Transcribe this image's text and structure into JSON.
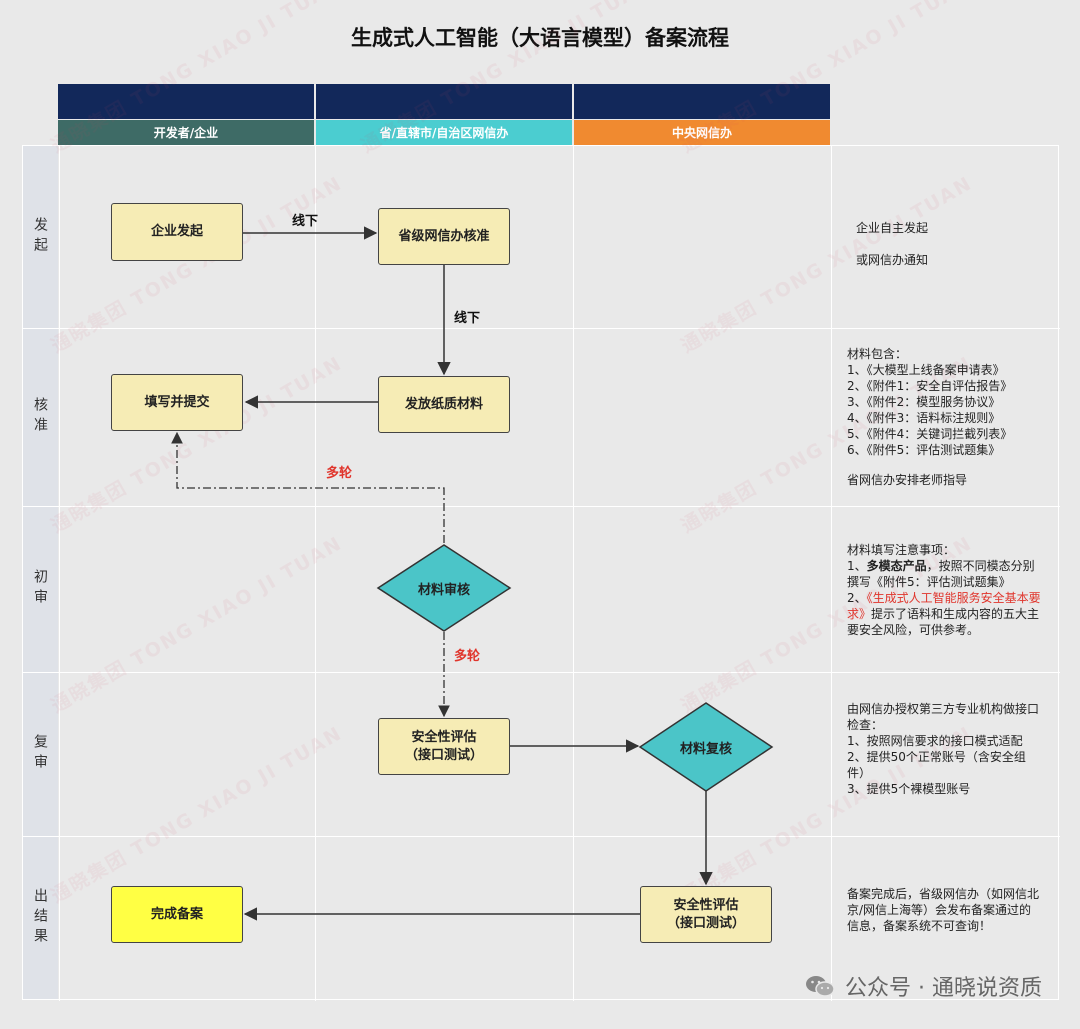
{
  "title": "生成式人工智能（大语言模型）备案流程",
  "lanes": [
    "开发者/企业",
    "省/直辖市/自治区网信办",
    "中央网信办"
  ],
  "lane_colors": [
    "#3e6b66",
    "#4bcdd0",
    "#f08a30"
  ],
  "header_color": "#12285a",
  "stages": [
    "发起",
    "核准",
    "初审",
    "复审",
    "出结果"
  ],
  "nodes": {
    "start": "企业发起",
    "provincial_approval": "省级网信办核准",
    "fill_submit": "填写并提交",
    "issue_materials": "发放纸质材料",
    "material_review": "材料审核",
    "security_eval_1": "安全性评估\n（接口测试）",
    "material_recheck": "材料复核",
    "security_eval_2": "安全性评估\n（接口测试）",
    "complete": "完成备案"
  },
  "edge_labels": {
    "offline_1": "线下",
    "offline_2": "线下",
    "multi_round_1": "多轮",
    "multi_round_2": "多轮"
  },
  "notes": {
    "initiate": [
      "企业自主发起",
      "或网信办通知"
    ],
    "approve": [
      "材料包含：",
      "1、《大模型上线备案申请表》",
      "2、《附件1：安全自评估报告》",
      "3、《附件2：模型服务协议》",
      "4、《附件3：语料标注规则》",
      "5、《附件4：关键词拦截列表》",
      "6、《附件5：评估测试题集》",
      "省网信办安排老师指导"
    ],
    "first_review": {
      "line1": "材料填写注意事项：",
      "line2_a": "1、",
      "line2_bold": "多模态产品",
      "line2_b": "，按照不同模态分别撰写《附件5：评估测试题集》",
      "line3_a": "2、",
      "line3_red": "《生成式人工智能服务安全基本要求》",
      "line3_b": "提示了语料和生成内容的五大主要安全风险，可供参考。"
    },
    "second_review": [
      "由网信办授权第三方专业机构做接口检查：",
      "1、按照网信要求的接口模式适配",
      "2、提供50个正常账号（含安全组件）",
      "3、提供5个裸模型账号"
    ],
    "result": "备案完成后，省级网信办（如网信北京/网信上海等）会发布备案通过的信息，备案系统不可查询！"
  },
  "colors": {
    "box_fill": "#f6ecb5",
    "complete_fill": "#ffff44",
    "diamond_fill": "#4bc5c8",
    "red_text": "#e0352c"
  },
  "watermark": {
    "cn": "通晓集团",
    "en": "TONG XIAO JI TUAN"
  },
  "footer": {
    "icon": "wechat-icon",
    "text": "公众号 · 通晓说资质"
  }
}
